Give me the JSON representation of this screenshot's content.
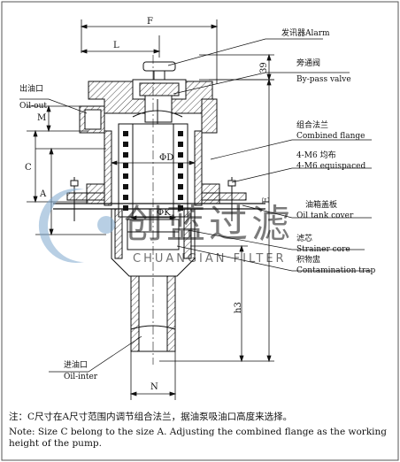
{
  "labels": {
    "alarm": "发讯器Alarm",
    "bypass_cn": "旁通阀",
    "bypass_en": "By-pass valve",
    "oil_out_cn": "出油口",
    "oil_out_en": "Oil-out",
    "flange_cn": "组合法兰",
    "flange_en": "Combined flange",
    "screws_cn": "4-M6 均布",
    "screws_en": "4-M6 equispaced",
    "cover_cn": "油箱盖板",
    "cover_en": "Oil tank cover",
    "core_cn": "滤芯",
    "core_en": "Strainer core",
    "trap_cn": "积物盅",
    "trap_en": "Contamination trap",
    "oil_in_cn": "进油口",
    "oil_in_en": "Oil-inter"
  },
  "dimensions": {
    "F": "F",
    "L": "L",
    "d39": "39",
    "M": "M",
    "C": "C",
    "A": "A",
    "E": "E",
    "h3": "h3",
    "phiD": "ΦD",
    "phiK": "ΦK",
    "N": "N"
  },
  "watermark": {
    "cn": "创蓝过滤",
    "en": "CHUANGIAN FILTER"
  },
  "notes": {
    "cn": "注：C尺寸在A尺寸范围内调节组合法兰，据油泵吸油口高度来选择。",
    "en": "Note: Size C belong to the size A. Adjusting the combined flange as the working height of the pump."
  },
  "colors": {
    "line": "#111111",
    "watermark": "#7fa9cf",
    "hatch": "#333333"
  }
}
